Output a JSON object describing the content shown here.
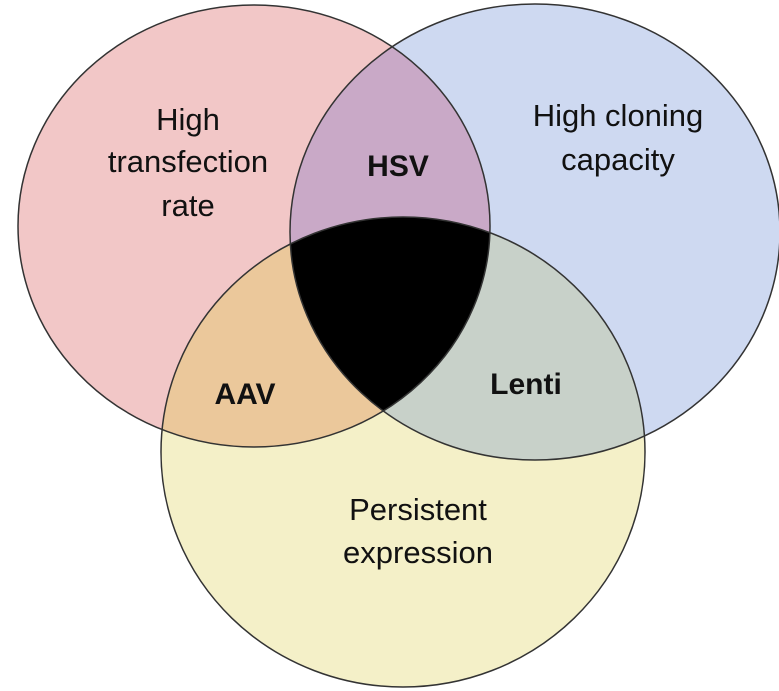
{
  "sets": [
    {
      "id": "red",
      "lines": [
        "High",
        "transfection",
        "rate"
      ],
      "color": "#f2c7c7"
    },
    {
      "id": "blue",
      "lines": [
        "High cloning",
        "capacity"
      ],
      "color": "#ced9f1"
    },
    {
      "id": "yellow",
      "lines": [
        "Persistent",
        "expression"
      ],
      "color": "#f4f0c8"
    }
  ],
  "overlaps": {
    "red_blue": {
      "label": "HSV",
      "color": "#c9a9c7"
    },
    "red_yellow": {
      "label": "AAV",
      "color": "#ebc89b"
    },
    "blue_yellow": {
      "label": "Lenti",
      "color": "#c8d1c9"
    },
    "all": {
      "color": "#000000"
    }
  }
}
